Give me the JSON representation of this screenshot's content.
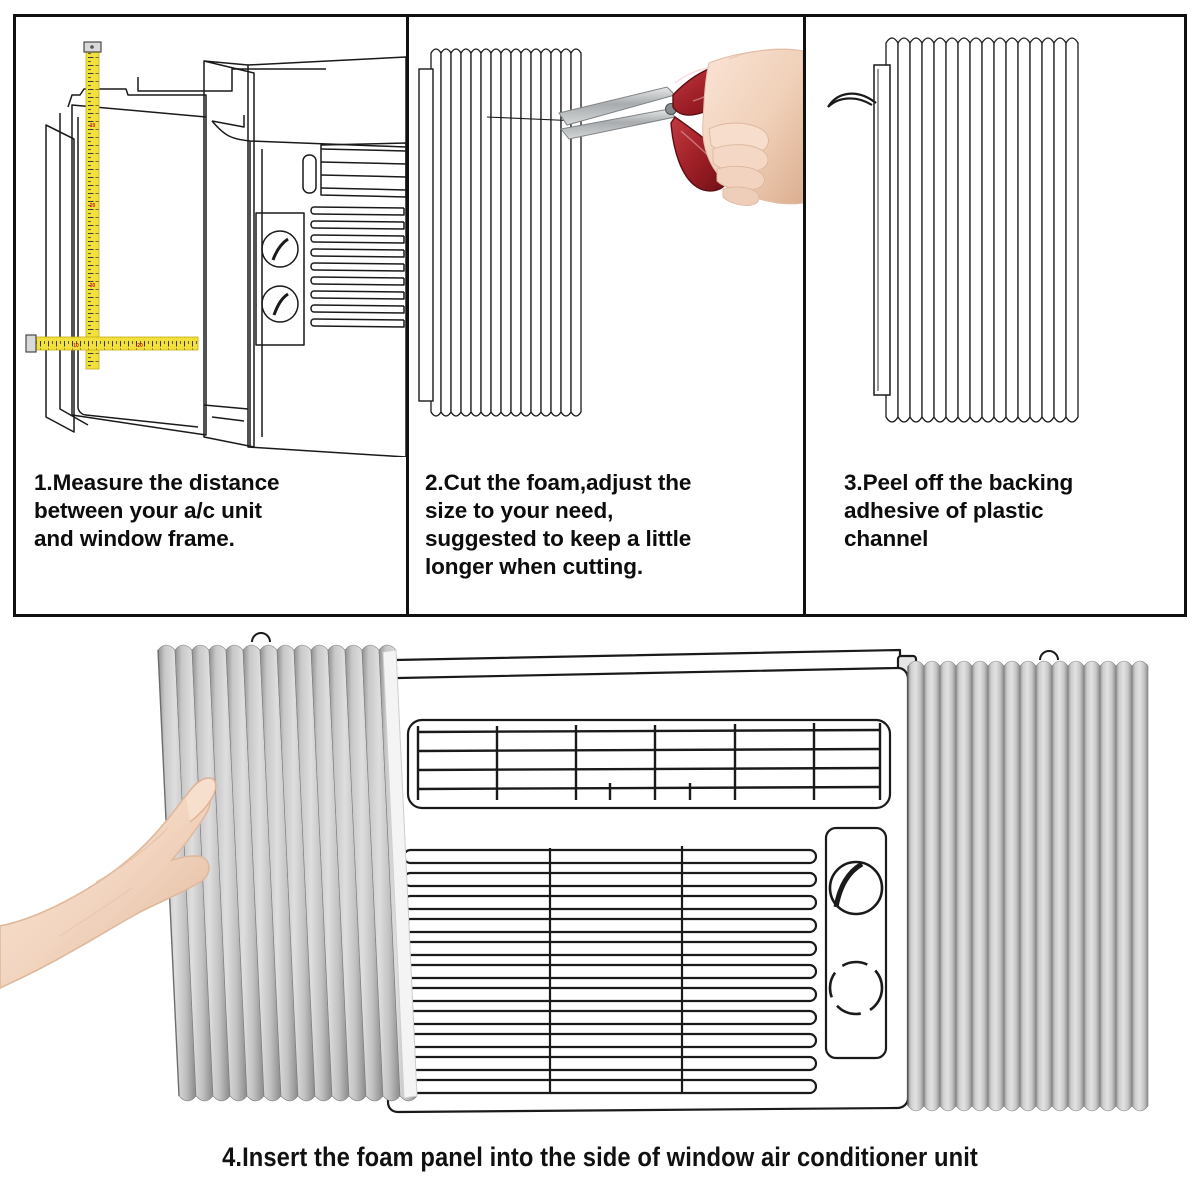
{
  "document": {
    "kind": "product-instruction-sheet",
    "subject": "window air conditioner foam side panel installation",
    "background_color": "#ffffff",
    "border_color": "#111111"
  },
  "steps": [
    {
      "number": "1.",
      "caption": "1.Measure the distance\n   between your a/c unit\n   and window frame.",
      "illustration": {
        "name": "ac-unit-in-window-with-tape-measure",
        "style": "line-art",
        "elements": [
          "window-frame",
          "window-sash",
          "air-conditioner-unit",
          "vent-grille",
          "louver-slots",
          "control-knob-upper",
          "control-knob-lower",
          "vertical-tape-measure",
          "horizontal-tape-measure"
        ],
        "tape_color": "#F2E03C",
        "tape_edge_color": "#C8AE17",
        "line_color": "#1a1a1a"
      }
    },
    {
      "number": "2.",
      "caption": "2.Cut the foam,adjust the\n   size to your need,\n   suggested to keep a little\n   longer when cutting.",
      "illustration": {
        "name": "foam-panel-being-cut-with-scissors",
        "style": "line-art-with-photo-hand",
        "elements": [
          "corrugated-foam-panel",
          "plastic-channel-strip",
          "hand",
          "scissors"
        ],
        "scissors_handle_color": "#9e1f26",
        "scissors_blade_color": "#b9bcbe",
        "skin_color": "#f3d8c5",
        "line_color": "#1a1a1a"
      }
    },
    {
      "number": "3.",
      "caption": "3.Peel off the backing\n   adhesive of plastic\n   channel",
      "illustration": {
        "name": "foam-panel-peel-backing-adhesive",
        "style": "line-art",
        "elements": [
          "corrugated-foam-panel",
          "plastic-channel-strip",
          "peel-arrow"
        ],
        "line_color": "#1a1a1a"
      }
    },
    {
      "number": "4.",
      "caption": "4.Insert the foam panel into the side of window air conditioner unit",
      "illustration": {
        "name": "foam-panels-inserted-beside-ac-unit",
        "style": "photo-foam-with-line-art-ac",
        "elements": [
          "left-foam-panel",
          "right-foam-panel",
          "hand-holding-foam",
          "air-conditioner-unit",
          "top-vent-grille",
          "lower-louver-slots",
          "control-panel",
          "control-knob-upper",
          "control-knob-lower"
        ],
        "foam_light_color": "#dcdcdc",
        "foam_mid_color": "#b8b8b8",
        "foam_groove_color": "#8e8e8e",
        "skin_color": "#f2d5c0",
        "line_color": "#1a1a1a"
      }
    }
  ]
}
